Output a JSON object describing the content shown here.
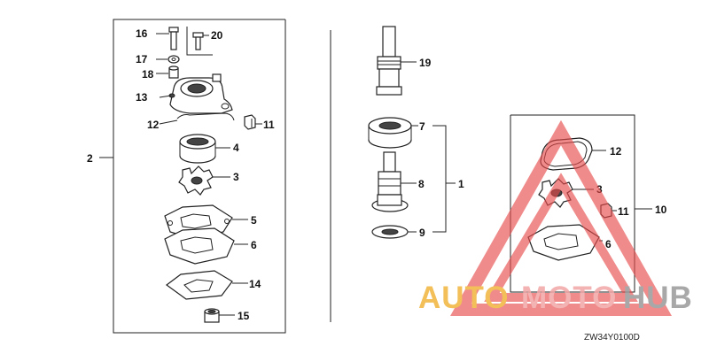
{
  "diagram": {
    "code": "ZW34Y0100D",
    "left_assembly_label": "2",
    "right_assembly_label": "10",
    "shaft_assembly_label": "1",
    "callouts": {
      "p16": "16",
      "p20": "20",
      "p17": "17",
      "p18": "18",
      "p13": "13",
      "p12a": "12",
      "p11a": "11",
      "p4": "4",
      "p3a": "3",
      "p5": "5",
      "p6a": "6",
      "p14": "14",
      "p15": "15",
      "p19": "19",
      "p7": "7",
      "p8": "8",
      "p9": "9",
      "p12b": "12",
      "p3b": "3",
      "p11b": "11",
      "p6b": "6"
    }
  },
  "watermark": {
    "text_a": "AUTO",
    "text_b": "MOTO",
    "text_c": "HUB",
    "color_a": "#f0b43c",
    "color_b": "#f3a6a6",
    "color_c": "#9a9a9a",
    "triangle_color": "#e84a4a"
  }
}
